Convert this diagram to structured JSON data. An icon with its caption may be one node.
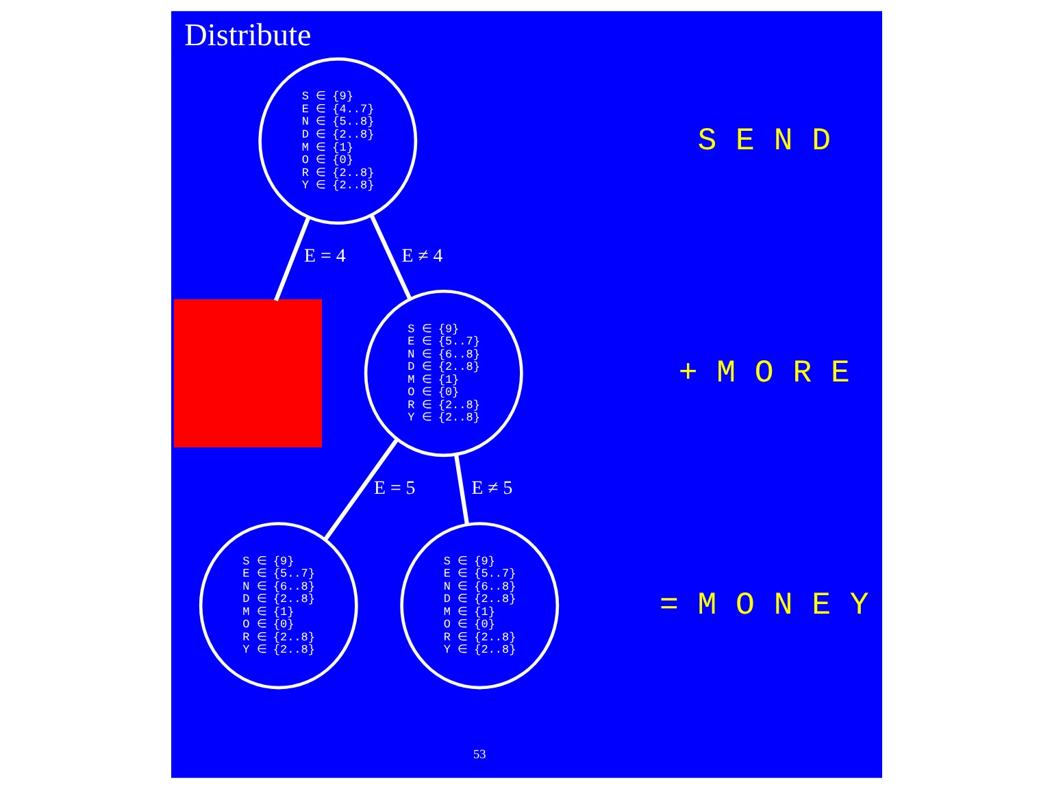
{
  "diagram": {
    "title": "Distribute",
    "nodes": [
      {
        "text": [
          "S ∈ {9}",
          "E ∈ {4..7}",
          "N ∈ {5..8}",
          "D ∈ {2..8}",
          "M ∈ {1}",
          "O ∈ {0}",
          "R ∈ {2..8}",
          "Y ∈ {2..8}"
        ]
      },
      {
        "text": [],
        "shape": "box"
      },
      {
        "text": [
          "S ∈ {9}",
          "E ∈ {5..7}",
          "N ∈ {6..8}",
          "D ∈ {2..8}",
          "M ∈ {1}",
          "O ∈ {0}",
          "R ∈ {2..8}",
          "Y ∈ {2..8}"
        ]
      },
      {
        "text": [
          "S ∈ {9}",
          "E ∈ {5..7}",
          "N ∈ {6..8}",
          "D ∈ {2..8}",
          "M ∈ {1}",
          "O ∈ {0}",
          "R ∈ {2..8}",
          "Y ∈ {2..8}"
        ]
      },
      {
        "text": [
          "S ∈ {9}",
          "E ∈ {5..7}",
          "N ∈ {6..8}",
          "D ∈ {2..8}",
          "M ∈ {1}",
          "O ∈ {0}",
          "R ∈ {2..8}",
          "Y ∈ {2..8}"
        ]
      }
    ],
    "edges": [
      {
        "from": 0,
        "to": 1,
        "arrow": "none",
        "label": "E = 4"
      },
      {
        "from": 0,
        "to": 2,
        "arrow": "none",
        "label": "E ≠ 4"
      },
      {
        "from": 2,
        "to": 3,
        "arrow": "none",
        "label": "E = 5"
      },
      {
        "from": 2,
        "to": 4,
        "arrow": "none",
        "label": "E ≠ 5"
      }
    ],
    "labels": [
      "S E N D",
      "+ M O R E",
      "= M O N E Y",
      "53"
    ]
  }
}
